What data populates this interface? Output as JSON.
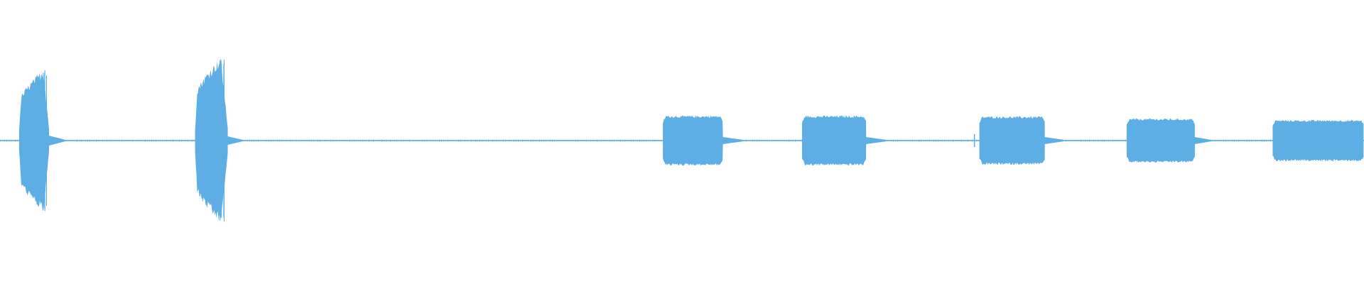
{
  "waveform": {
    "color": "#5eaee6",
    "background": "#ffffff",
    "baseline_amplitude": 0.008,
    "duration_fraction": 1.0,
    "segments": [
      {
        "kind": "decay-burst",
        "start": 0.014,
        "peak": 0.032,
        "end": 0.036,
        "amplitude": 0.48,
        "tail_end": 0.048,
        "tail_amplitude": 0.03
      },
      {
        "kind": "decay-burst",
        "start": 0.143,
        "peak": 0.162,
        "end": 0.167,
        "amplitude": 0.56,
        "tail_end": 0.178,
        "tail_amplitude": 0.025
      },
      {
        "kind": "tone-block",
        "start": 0.486,
        "end": 0.53,
        "amplitude": 0.17,
        "tail_end": 0.545,
        "tail_amplitude": 0.02
      },
      {
        "kind": "tone-block",
        "start": 0.588,
        "end": 0.635,
        "amplitude": 0.17,
        "tail_end": 0.65,
        "tail_amplitude": 0.02
      },
      {
        "kind": "tone-block",
        "start": 0.718,
        "end": 0.766,
        "amplitude": 0.165,
        "tail_end": 0.78,
        "tail_amplitude": 0.02
      },
      {
        "kind": "tone-block",
        "start": 0.826,
        "end": 0.876,
        "amplitude": 0.15,
        "tail_end": 0.888,
        "tail_amplitude": 0.02
      },
      {
        "kind": "tone-block",
        "start": 0.933,
        "end": 1.0,
        "amplitude": 0.14,
        "tail_end": 1.0,
        "tail_amplitude": 0.0
      }
    ],
    "clicks": [
      0.714
    ]
  }
}
